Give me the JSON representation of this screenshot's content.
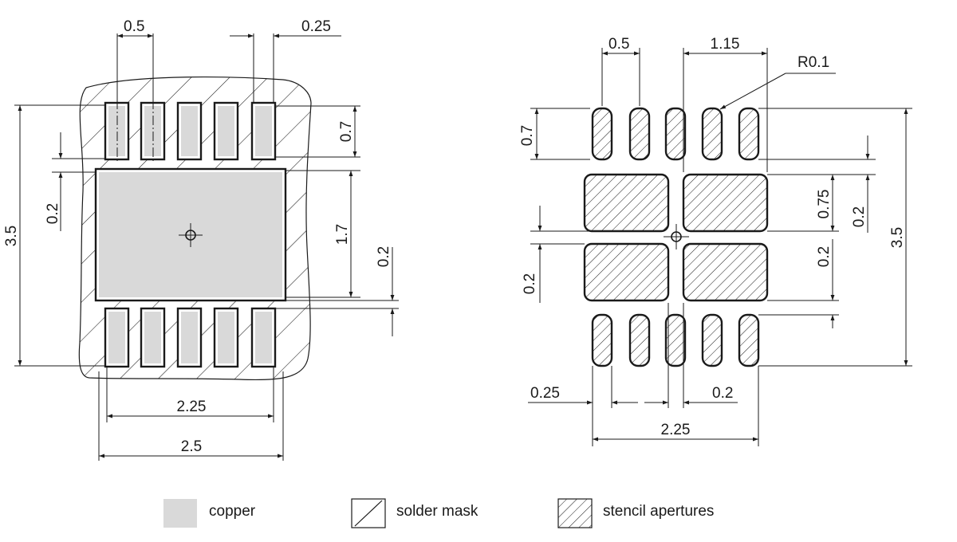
{
  "colors": {
    "copper": "#d9d9d9",
    "line": "#1a1a1a",
    "background": "#ffffff"
  },
  "left_view": {
    "dim_pad_pitch": "0.5",
    "dim_pad_width": "0.25",
    "dim_pad_length": "0.7",
    "dim_gap": "0.2",
    "dim_body_height": "3.5",
    "dim_center_pad_height": "1.7",
    "dim_gap_bottom": "0.2",
    "dim_pad_span": "2.25",
    "dim_body_width": "2.5"
  },
  "right_view": {
    "dim_pad_pitch": "0.5",
    "dim_aperture_offset": "1.15",
    "dim_corner_radius": "R0.1",
    "dim_pad_length": "0.7",
    "dim_aperture_height": "0.75",
    "dim_gap_upper": "0.2",
    "dim_height": "3.5",
    "dim_gap_lower": "0.2",
    "dim_gap_left": "0.2",
    "dim_pad_width": "0.25",
    "dim_web_gap": "0.2",
    "dim_span": "2.25"
  },
  "legend": {
    "copper": "copper",
    "solder_mask": "solder mask",
    "stencil": "stencil apertures"
  }
}
